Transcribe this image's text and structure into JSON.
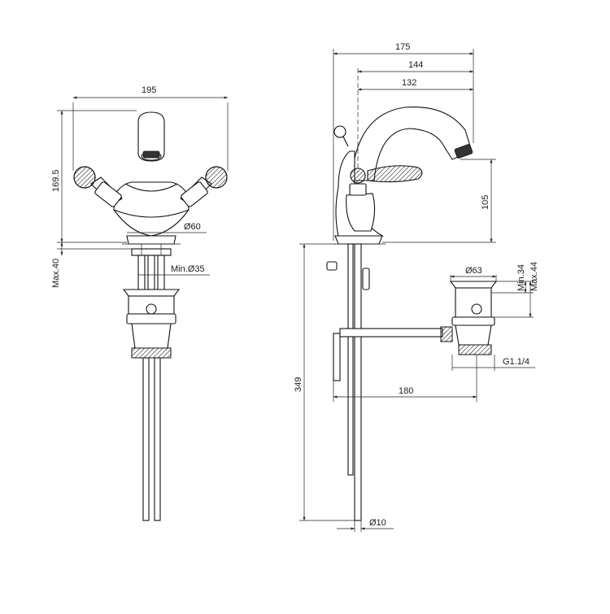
{
  "drawing": {
    "dimensions": {
      "front_width": "195",
      "front_height": "169.5",
      "front_max_deck": "Max.40",
      "front_base_dia": "Ø60",
      "front_hole_min": "Min.Ø35",
      "side_total": "175",
      "side_mid": "144",
      "side_reach": "132",
      "side_spout_height": "105",
      "side_waste_dia": "Ø63",
      "side_waste_min": "Min.34",
      "side_waste_max": "Max.44",
      "side_thread": "G1.1/4",
      "side_rod_length": "180",
      "side_rod_total": "349",
      "side_rod_dia": "Ø10"
    }
  }
}
